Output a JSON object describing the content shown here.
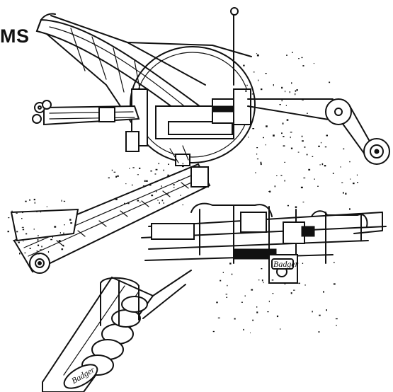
{
  "illustration": {
    "heading_text": "MS",
    "brand_marks": [
      "Badger",
      "Badger"
    ]
  }
}
